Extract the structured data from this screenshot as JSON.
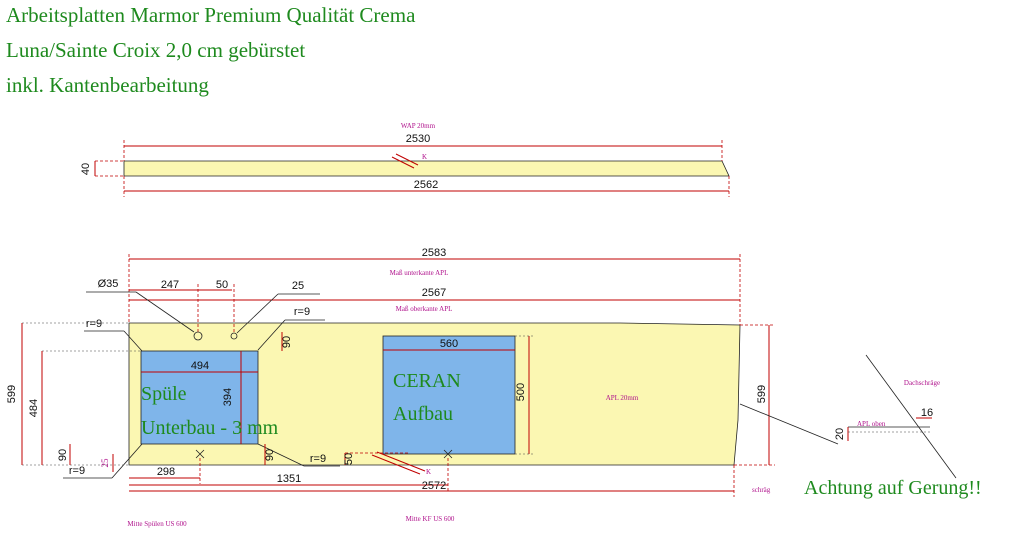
{
  "title": {
    "line1": "Arbeitsplatten Marmor Premium Qualität Crema",
    "line2": "Luna/Sainte Croix 2,0 cm gebürstet",
    "line3": "inkl. Kantenbearbeitung"
  },
  "wap": {
    "label": "WAP 20mm",
    "k": "K",
    "dim_top": "2530",
    "dim_bottom": "2562",
    "dim_height": "40"
  },
  "apl": {
    "dim_total": "2583",
    "mass_unterkante": "Maß unterkante APL",
    "dim_inner": "2567",
    "mass_oberkante": "Maß oberkante APL",
    "d35": "Ø35",
    "d25": "25",
    "d247": "247",
    "d50a": "50",
    "r9_top_left": "r=9",
    "r9_top_mid": "r=9",
    "r9_bottom_left": "r=9",
    "r9_bottom_mid": "r=9",
    "d599_left": "599",
    "d484": "484",
    "d90_top": "90",
    "d90_left": "90",
    "d90_right": "90",
    "d298": "298",
    "d1351": "1351",
    "d2572": "2572",
    "d50b": "50",
    "k": "K",
    "d599_right": "599",
    "label": "APL 20mm",
    "schraeg": "schräg",
    "mitte_spuelen": "Mitte Spülen US 600",
    "mitte_kf": "Mitte KF US 600"
  },
  "sink": {
    "width": "494",
    "depth": "394",
    "label1": "Spüle",
    "label2": "Unterbau - 3 mm"
  },
  "ceran": {
    "width": "560",
    "depth": "500",
    "label1": "CERAN",
    "label2": "Aufbau"
  },
  "detail": {
    "dachschraege": "Dachschräge",
    "d16": "16",
    "apl_oben": "APL oben",
    "d20": "20"
  },
  "warning": "Achtung auf Gerung!!"
}
